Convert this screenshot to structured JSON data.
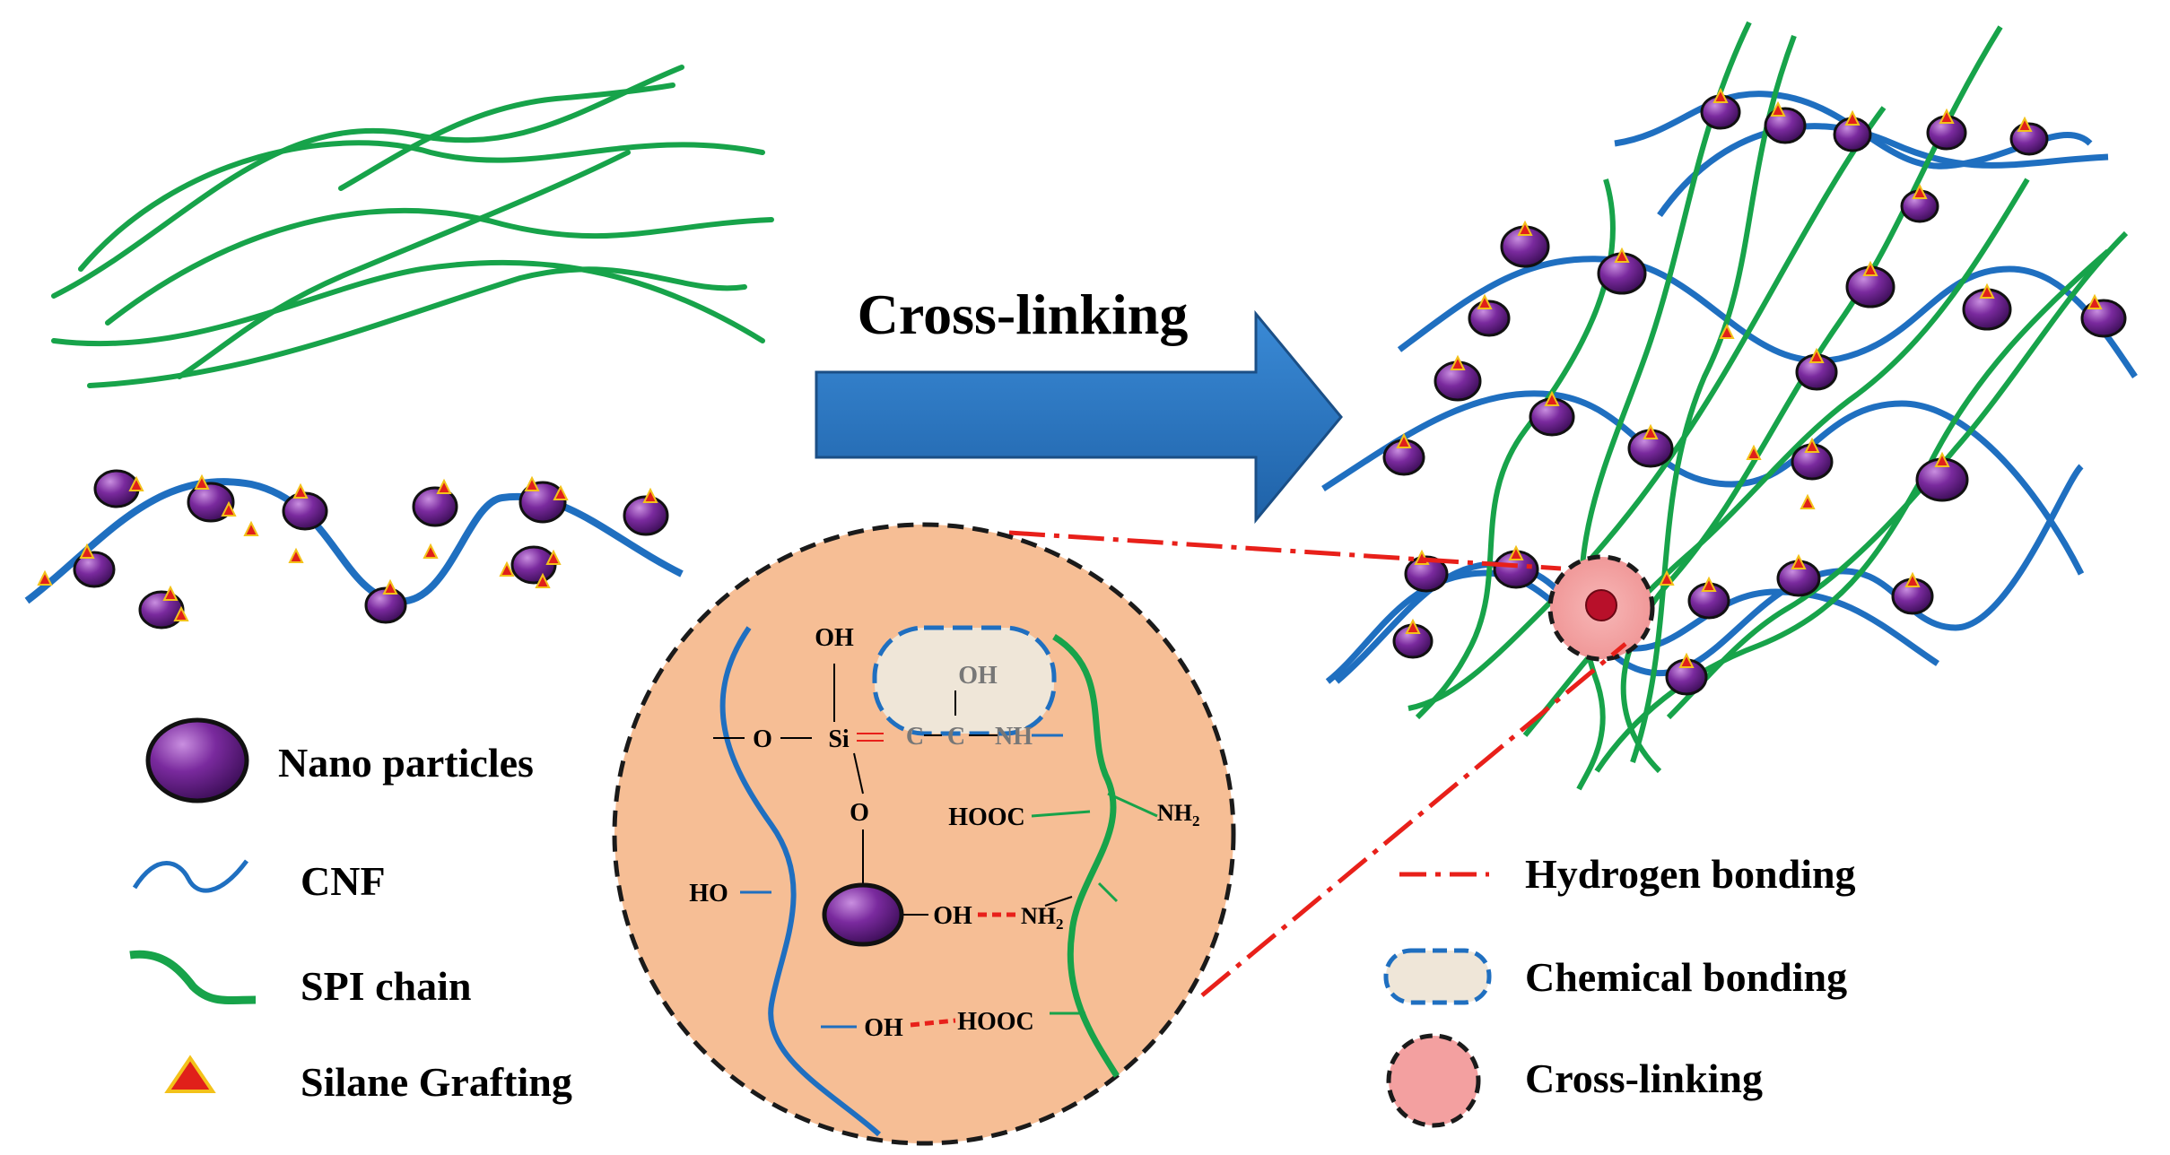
{
  "title": "Cross-linking",
  "colors": {
    "cnf": "#1f6fc0",
    "spi": "#17a34a",
    "particle": "#5a1a7a",
    "graft": "#e0201a",
    "arrow": "#2b78c4",
    "zoom_bg": "#f6be95",
    "crosslink": "#f3a0a0",
    "hbond": "#e8201a",
    "chem_box": "#efe6d8"
  },
  "legend_left": [
    {
      "icon": "nano-particle-icon",
      "label": "Nano particles"
    },
    {
      "icon": "cnf-wave-icon",
      "label": "CNF"
    },
    {
      "icon": "spi-wave-icon",
      "label": "SPI chain"
    },
    {
      "icon": "silane-triangle-icon",
      "label": "Silane Grafting"
    }
  ],
  "legend_right": [
    {
      "icon": "hydrogen-bond-line-icon",
      "label": "Hydrogen bonding"
    },
    {
      "icon": "chemical-bond-box-icon",
      "label": "Chemical bonding"
    },
    {
      "icon": "crosslink-circle-icon",
      "label": "Cross-linking"
    }
  ],
  "zoom": {
    "oh_top": "OH",
    "o_left": "O",
    "si": "Si",
    "o_below": "O",
    "oh_boxed": "OH",
    "c1": "C",
    "c2": "C",
    "nh": "NH",
    "hooc_top": "HOOC",
    "nh2_right": "NH",
    "nh2_right_sub": "2",
    "ho_left": "HO",
    "oh_particle": "OH",
    "nh2_mid": "NH",
    "nh2_mid_sub": "2",
    "oh_bottom": "OH",
    "hooc_bottom": "HOOC"
  }
}
